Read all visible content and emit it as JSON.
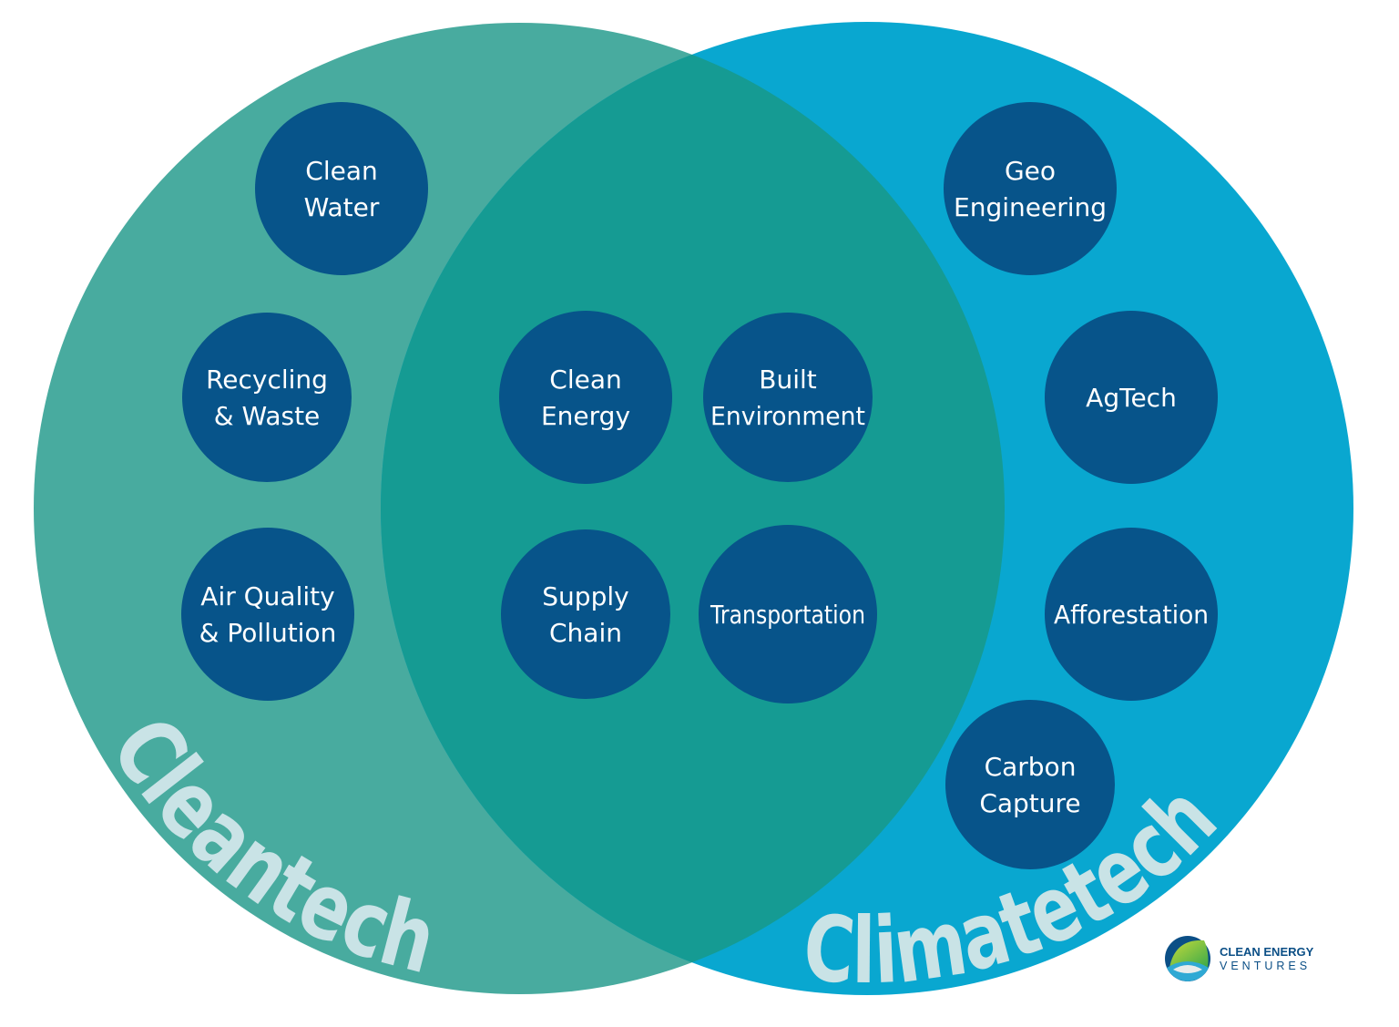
{
  "colors": {
    "cleantech_circle": "#48ab9f",
    "climatetech_circle": "#09a7d0",
    "overlap": "#159b93",
    "bubble": "#07548a",
    "set_label": "#c9e3e6"
  },
  "sets": {
    "left": {
      "label": "Cleantech"
    },
    "right": {
      "label": "Climatetech"
    }
  },
  "bubbles": [
    {
      "lines": [
        "Clean",
        "Water"
      ],
      "set": "Cleantech"
    },
    {
      "lines": [
        "Recycling",
        "& Waste"
      ],
      "set": "Cleantech"
    },
    {
      "lines": [
        "Air Quality",
        "& Pollution"
      ],
      "set": "Cleantech"
    },
    {
      "lines": [
        "Clean",
        "Energy"
      ],
      "set": "both"
    },
    {
      "lines": [
        "Built",
        "Environment"
      ],
      "set": "both"
    },
    {
      "lines": [
        "Supply",
        "Chain"
      ],
      "set": "both"
    },
    {
      "lines": [
        "Transportation"
      ],
      "set": "both"
    },
    {
      "lines": [
        "Geo",
        "Engineering"
      ],
      "set": "Climatetech"
    },
    {
      "lines": [
        "AgTech"
      ],
      "set": "Climatetech"
    },
    {
      "lines": [
        "Afforestation"
      ],
      "set": "Climatetech"
    },
    {
      "lines": [
        "Carbon",
        "Capture"
      ],
      "set": "Climatetech"
    }
  ],
  "logo": {
    "line1": "CLEAN ENERGY",
    "line2": "VENTURES"
  }
}
